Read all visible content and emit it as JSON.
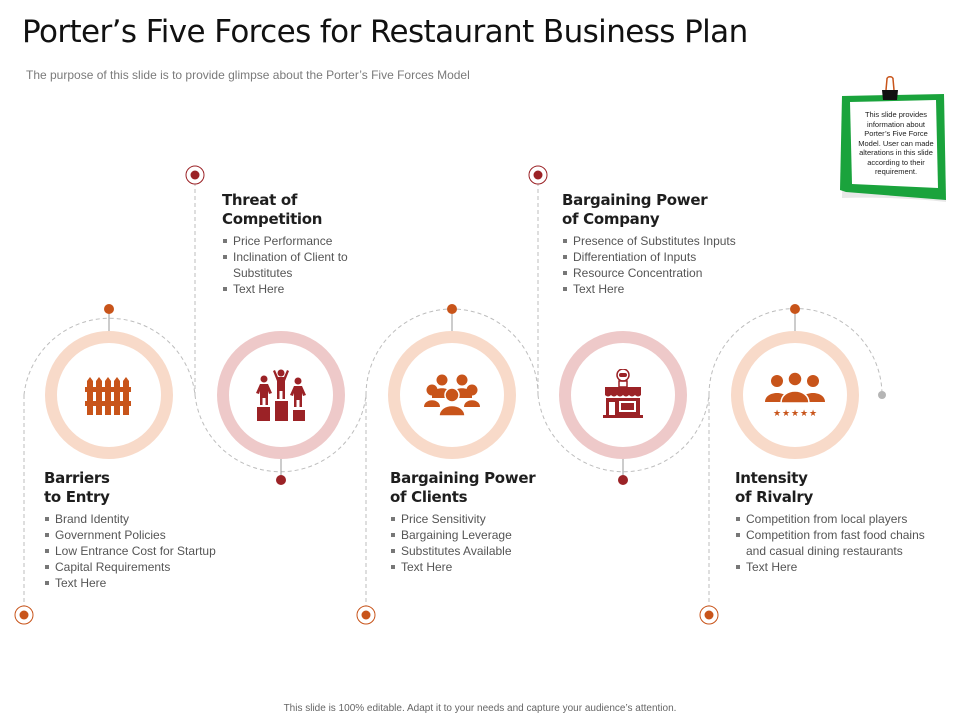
{
  "header": {
    "title": "Porter’s Five Forces for Restaurant Business Plan",
    "subtitle": "The purpose of this slide is to provide  glimpse about the Porter’s Five Forces Model"
  },
  "note": {
    "text": "This slide provides information about Porter’s Five Force Model. User can made alterations in this slide according to their requirement.",
    "border_color": "#1aa33c",
    "icon": "binder-clip-icon"
  },
  "colors": {
    "orange": "#c8541a",
    "dark_red": "#9b2226",
    "peach_ring": "#f8dac9",
    "pink_ring": "#eec9c9"
  },
  "forces": [
    {
      "id": "barriers",
      "title_line1": "Barriers",
      "title_line2": "to Entry",
      "icon": "fence-icon",
      "items": [
        "Brand Identity",
        "Government  Policies",
        "Low Entrance Cost for Startup",
        "Capital Requirements",
        "Text Here"
      ]
    },
    {
      "id": "threat",
      "title_line1": "Threat of",
      "title_line2": "Competition",
      "icon": "podium-winners-icon",
      "items": [
        "Price Performance",
        "Inclination of Client to Substitutes",
        "Text Here"
      ]
    },
    {
      "id": "clients",
      "title_line1": "Bargaining Power",
      "title_line2": "of Clients",
      "icon": "group-people-icon",
      "items": [
        "Price Sensitivity",
        "Bargaining  Leverage",
        "Substitutes Available",
        "Text Here"
      ]
    },
    {
      "id": "company",
      "title_line1": "Bargaining Power",
      "title_line2": "of Company",
      "icon": "restaurant-building-icon",
      "items": [
        "Presence of Substitutes Inputs",
        "Differentiation  of Inputs",
        "Resource Concentration",
        "Text Here"
      ]
    },
    {
      "id": "rivalry",
      "title_line1": "Intensity",
      "title_line2": "of Rivalry",
      "icon": "rated-team-icon",
      "items": [
        "Competition from local players",
        "Competition from fast food chains and casual dining restaurants",
        "Text Here"
      ]
    }
  ],
  "footer": {
    "text": "This slide is 100% editable. Adapt it to your needs and capture your audience’s attention."
  }
}
